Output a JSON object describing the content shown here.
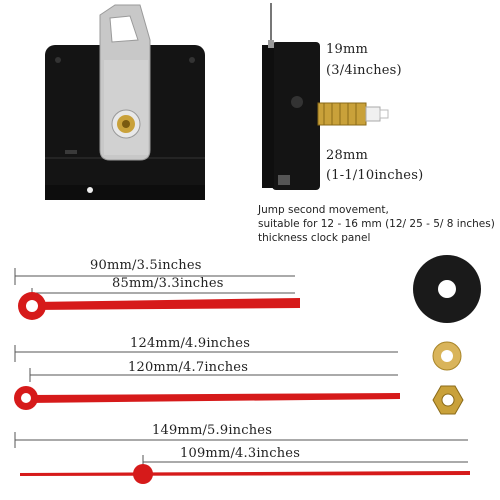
{
  "movement": {
    "shaft_length": "19mm",
    "shaft_length_imperial": "(3/4inches)",
    "total_length": "28mm",
    "total_length_imperial": "(1-1/10inches)"
  },
  "description": {
    "line1": "Jump second movement,",
    "line2": "suitable for 12 - 16 mm (12/ 25 - 5/ 8 inches)",
    "line3": "thickness clock panel"
  },
  "hands": {
    "hour_full": "90mm/3.5inches",
    "hour_short": "85mm/3.3inches",
    "minute_full": "124mm/4.9inches",
    "minute_short": "120mm/4.7inches",
    "second_full": "149mm/5.9inches",
    "second_short": "109mm/4.3inches"
  },
  "colors": {
    "hand_red": "#d61a1a",
    "movement_black": "#141414",
    "hanger_silver": "#c8c8c8",
    "brass": "#c9a13a",
    "dim_line": "#555555"
  }
}
